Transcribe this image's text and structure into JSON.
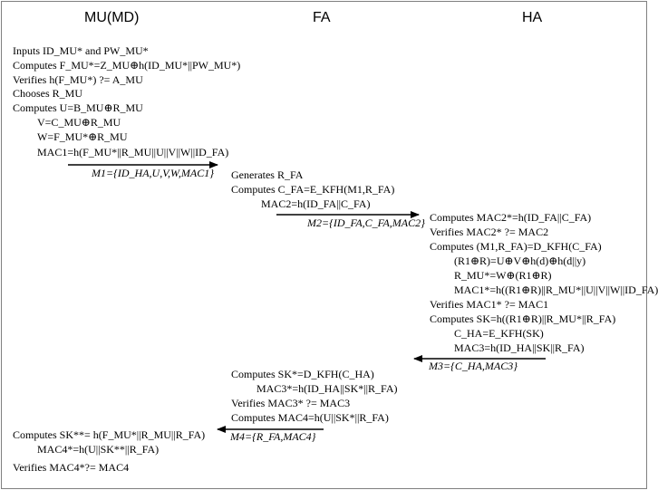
{
  "headers": {
    "mu": "MU(MD)",
    "fa": "FA",
    "ha": "HA"
  },
  "mu_lines": [
    "Inputs ID_MU* and PW_MU*",
    "Computes F_MU*=Z_MU⊕h(ID_MU*||PW_MU*)",
    "Verifies h(F_MU*) ?= A_MU",
    "Chooses R_MU",
    "Computes U=B_MU⊕R_MU",
    "V=C_MU⊕R_MU",
    "W=F_MU*⊕R_MU",
    "MAC1=h(F_MU*||R_MU||U||V||W||ID_FA)"
  ],
  "fa_lines_1": [
    "Generates R_FA",
    "Computes C_FA=E_KFH(M1,R_FA)",
    "MAC2=h(ID_FA||C_FA)"
  ],
  "ha_lines": [
    "Computes MAC2*=h(ID_FA||C_FA)",
    "Verifies MAC2* ?= MAC2",
    "Computes (M1,R_FA)=D_KFH(C_FA)",
    "(R1⊕R)=U⊕V⊕h(d)⊕h(d||y)",
    "R_MU*=W⊕(R1⊕R)",
    "MAC1*=h((R1⊕R)||R_MU*||U||V||W||ID_FA)",
    "Verifies MAC1* ?= MAC1",
    "Computes SK=h((R1⊕R)||R_MU*||R_FA)",
    "C_HA=E_KFH(SK)",
    "MAC3=h(ID_HA||SK||R_FA)"
  ],
  "fa_lines_2": [
    "Computes SK*=D_KFH(C_HA)",
    "MAC3*=h(ID_HA||SK*||R_FA)",
    "Verifies MAC3* ?= MAC3",
    "Computes MAC4=h(U||SK*||R_FA)"
  ],
  "mu_lines_2": [
    "Computes SK**= h(F_MU*||R_MU||R_FA)",
    "MAC4*=h(U||SK**||R_FA)",
    "Verifies MAC4*?= MAC4"
  ],
  "messages": {
    "m1": "M1={ID_HA,U,V,W,MAC1}",
    "m2": "M2={ID_FA,C_FA,MAC2}",
    "m3": "M3={C_HA,MAC3}",
    "m4": "M4={R_FA,MAC4}"
  }
}
